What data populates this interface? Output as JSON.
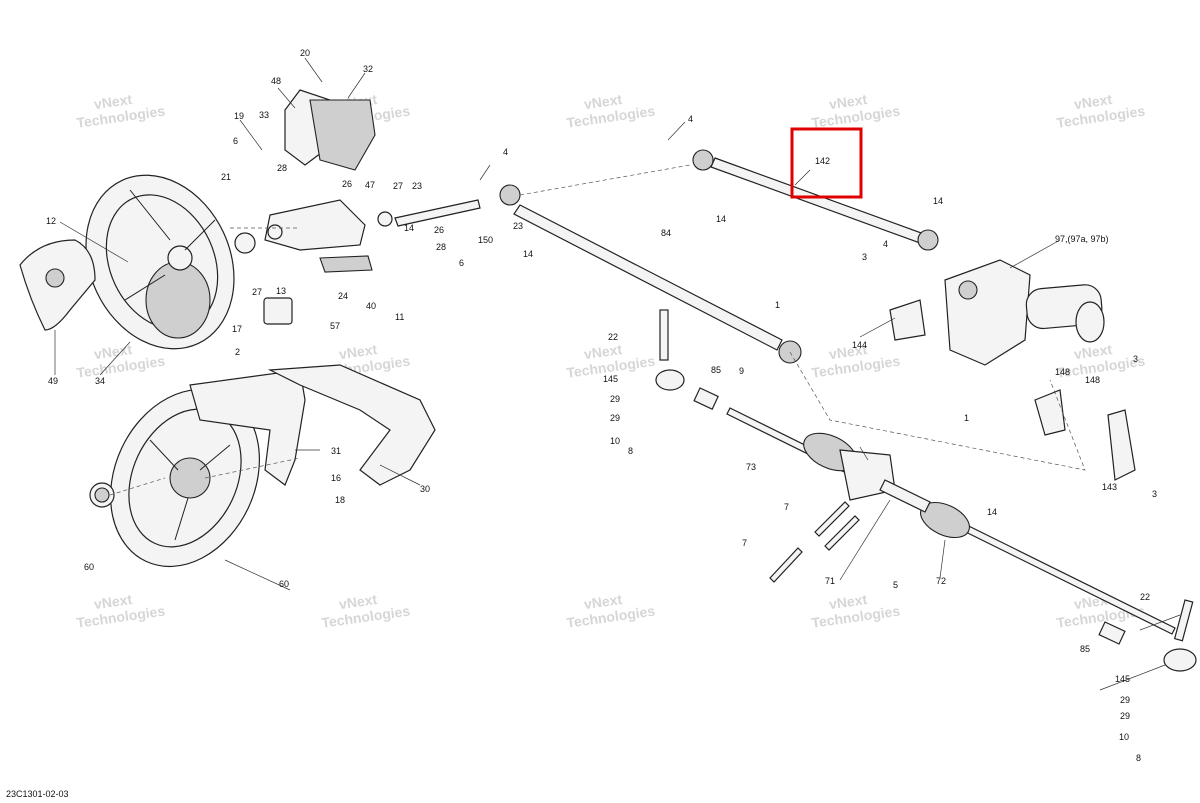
{
  "drawing_code": "23C1301-02-03",
  "highlight_color": "#e00000",
  "highlighted_part": "142",
  "watermark": {
    "line1": "vNext",
    "line2": "Technologies",
    "small": "vNext Technologies"
  },
  "callouts": {
    "c20": "20",
    "c48": "48",
    "c32": "32",
    "c19": "19",
    "c33": "33",
    "c6a": "6",
    "c28a": "28",
    "c21": "21",
    "c26a": "26",
    "c47": "47",
    "c27a": "27",
    "c23a": "23",
    "c12": "12",
    "c14a": "14",
    "c26b": "26",
    "c28b": "28",
    "c6b": "6",
    "c150": "150",
    "c27b": "27",
    "c13": "13",
    "c24": "24",
    "c17": "17",
    "c40": "40",
    "c11": "11",
    "c57": "57",
    "c2": "2",
    "c49": "49",
    "c34": "34",
    "c4a": "4",
    "c23b": "23",
    "c14b": "14",
    "c84": "84",
    "c4b": "4",
    "c142": "142",
    "c14c": "14",
    "c14d": "14",
    "c4c": "4",
    "c97": "97,(97a, 97b)",
    "c3a": "3",
    "c1a": "1",
    "c144": "144",
    "c22a": "22",
    "c145a": "145",
    "c85a": "85",
    "c9": "9",
    "c29a": "29",
    "c29b": "29",
    "c10a": "10",
    "c8a": "8",
    "c148a": "148",
    "c148b": "148",
    "c3b": "3",
    "c1b": "1",
    "c143": "143",
    "c3c": "3",
    "c73": "73",
    "c71": "71",
    "c7a": "7",
    "c7b": "7",
    "c14e": "14",
    "c5": "5",
    "c72": "72",
    "c31": "31",
    "c16": "16",
    "c18": "18",
    "c30": "30",
    "c60a": "60",
    "c60b": "60",
    "c22b": "22",
    "c85b": "85",
    "c145b": "145",
    "c29c": "29",
    "c29d": "29",
    "c10b": "10",
    "c8b": "8"
  }
}
